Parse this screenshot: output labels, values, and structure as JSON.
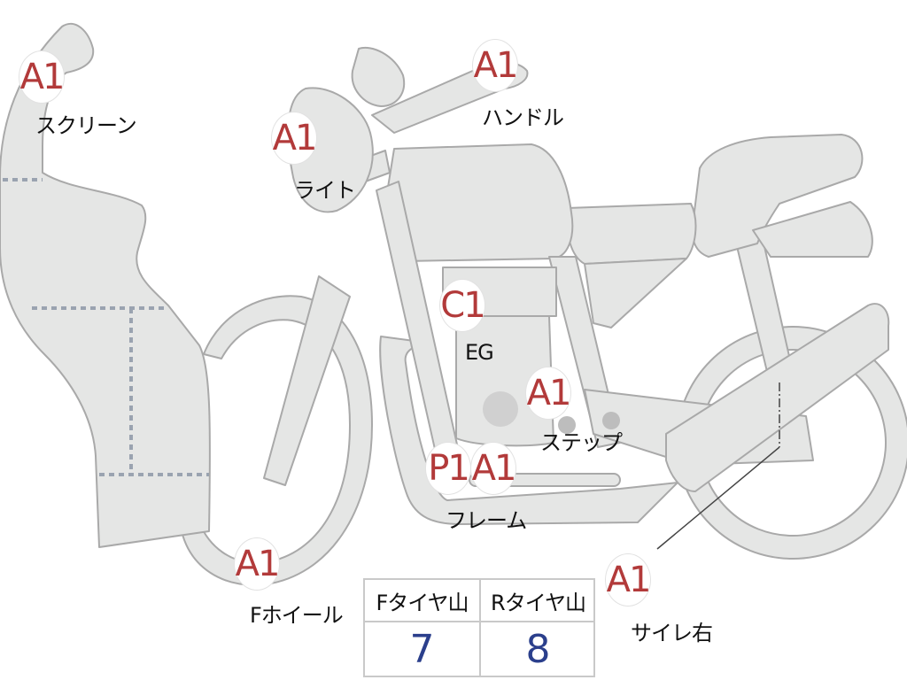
{
  "colors": {
    "bike_fill": "#e5e6e5",
    "bike_stroke": "#a9a9a9",
    "dotted": "#9aa3b0",
    "badge_A": "#b23a3a",
    "badge_C": "#b23a3a",
    "badge_P": "#b23a3a",
    "value_text": "#2b3f8c"
  },
  "parts": [
    {
      "id": "screen",
      "badge": "A1",
      "label": "スクリーン"
    },
    {
      "id": "light",
      "badge": "A1",
      "label": "ライト"
    },
    {
      "id": "handle",
      "badge": "A1",
      "label": "ハンドル"
    },
    {
      "id": "eg",
      "badge": "C1",
      "label": "EG"
    },
    {
      "id": "step",
      "badge": "A1",
      "label": "ステップ"
    },
    {
      "id": "frame",
      "badge1": "P1",
      "badge2": "A1",
      "label": "フレーム"
    },
    {
      "id": "fwheel",
      "badge": "A1",
      "label": "Fホイール"
    },
    {
      "id": "muffler",
      "badge": "A1",
      "label": "サイレ右"
    }
  ],
  "tire_table": {
    "headers": [
      "Fタイヤ山",
      "Rタイヤ山"
    ],
    "values": [
      "7",
      "8"
    ]
  }
}
